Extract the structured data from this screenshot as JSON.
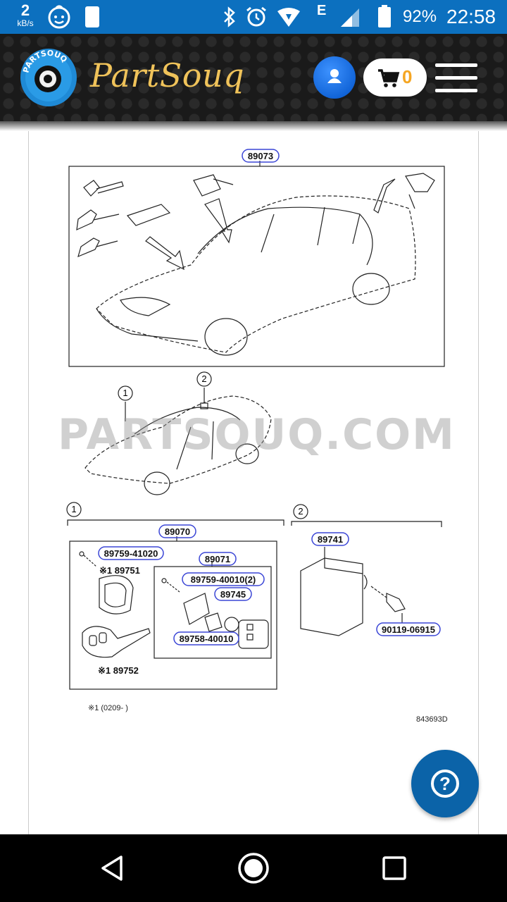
{
  "status_bar": {
    "net_speed": "2",
    "net_unit": "kB/s",
    "network_type": "E",
    "battery": "92%",
    "time": "22:58",
    "icons": [
      "baby-face-icon",
      "moon-icon",
      "bluetooth-icon",
      "alarm-icon",
      "wifi-icon",
      "signal-icon",
      "battery-icon"
    ]
  },
  "header": {
    "logo_text": "PARTSOUQ",
    "brand": "PartSouq",
    "cart_count": "0",
    "colors": {
      "brand": "#f0c35a",
      "user_button": "#1a73e8",
      "cart_count": "#f5a623",
      "status_bar": "#0c70bf"
    }
  },
  "diagram": {
    "watermark": "PARTSOUQ.COM",
    "callout_1": "1",
    "callout_2": "2",
    "labels": {
      "p89073": "89073",
      "p89070": "89070",
      "p89759_41020": "89759-41020",
      "p89751": "※1 89751",
      "p89071": "89071",
      "p89759_40010": "89759-40010(2)",
      "p89745": "89745",
      "p89758_40010": "89758-40010",
      "p89752": "※1 89752",
      "p89741": "89741",
      "p90119_06915": "90119-06915",
      "footnote": "※1 (0209-     )",
      "ref": "843693D"
    }
  },
  "help": {
    "symbol": "?"
  }
}
